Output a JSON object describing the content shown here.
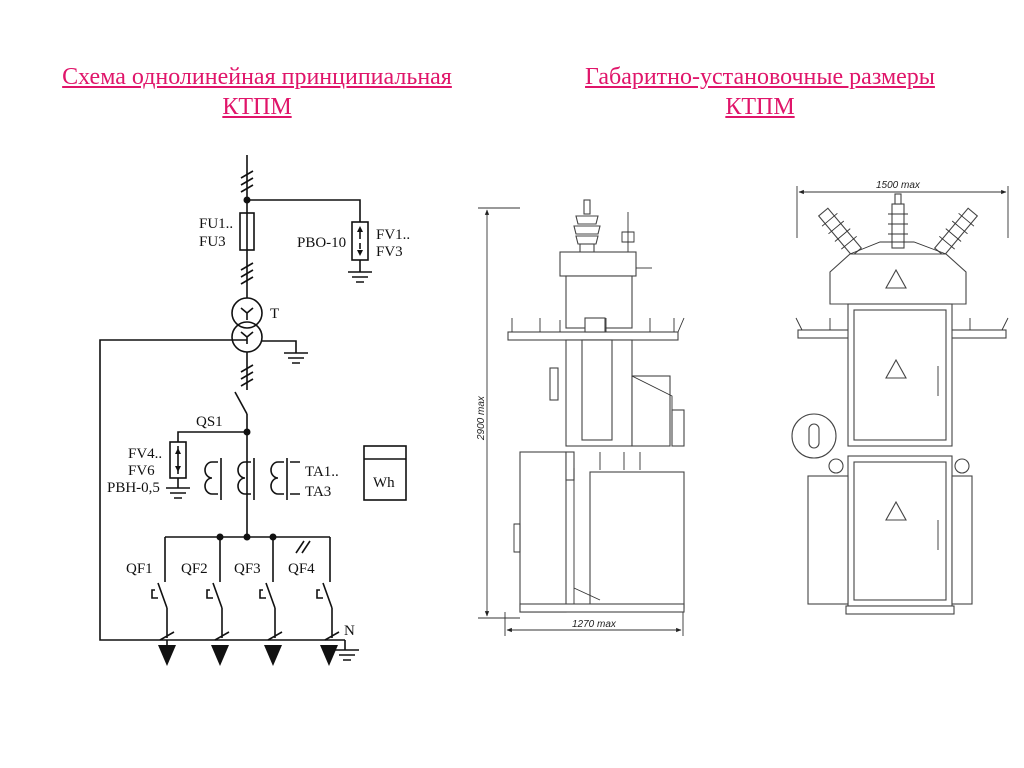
{
  "titles": {
    "left": [
      "Схема однолинейная принципиальная",
      "КТПМ"
    ],
    "right": [
      "Габаритно-установочные размеры",
      "КТПМ"
    ]
  },
  "schematic": {
    "fuse_top": "FU1..",
    "fuse_bottom": "FU3",
    "arrester_top": "FV1..",
    "arrester_bottom": "FV3",
    "arrester_type": "РВО-10",
    "transformer": "T",
    "switch": "QS1",
    "lv_arrester_1": "FV4..",
    "lv_arrester_2": "FV6",
    "lv_arrester_type": "РВН-0,5",
    "ct_top": "TA1..",
    "ct_bottom": "TA3",
    "meter": "Wh",
    "breakers": [
      "QF1",
      "QF2",
      "QF3",
      "QF4"
    ],
    "neutral": "N"
  },
  "dimensions": {
    "height": "2900 max",
    "depth": "1270 max",
    "width": "1500 max"
  },
  "colors": {
    "title": "#e0156a",
    "line": "#111111"
  }
}
